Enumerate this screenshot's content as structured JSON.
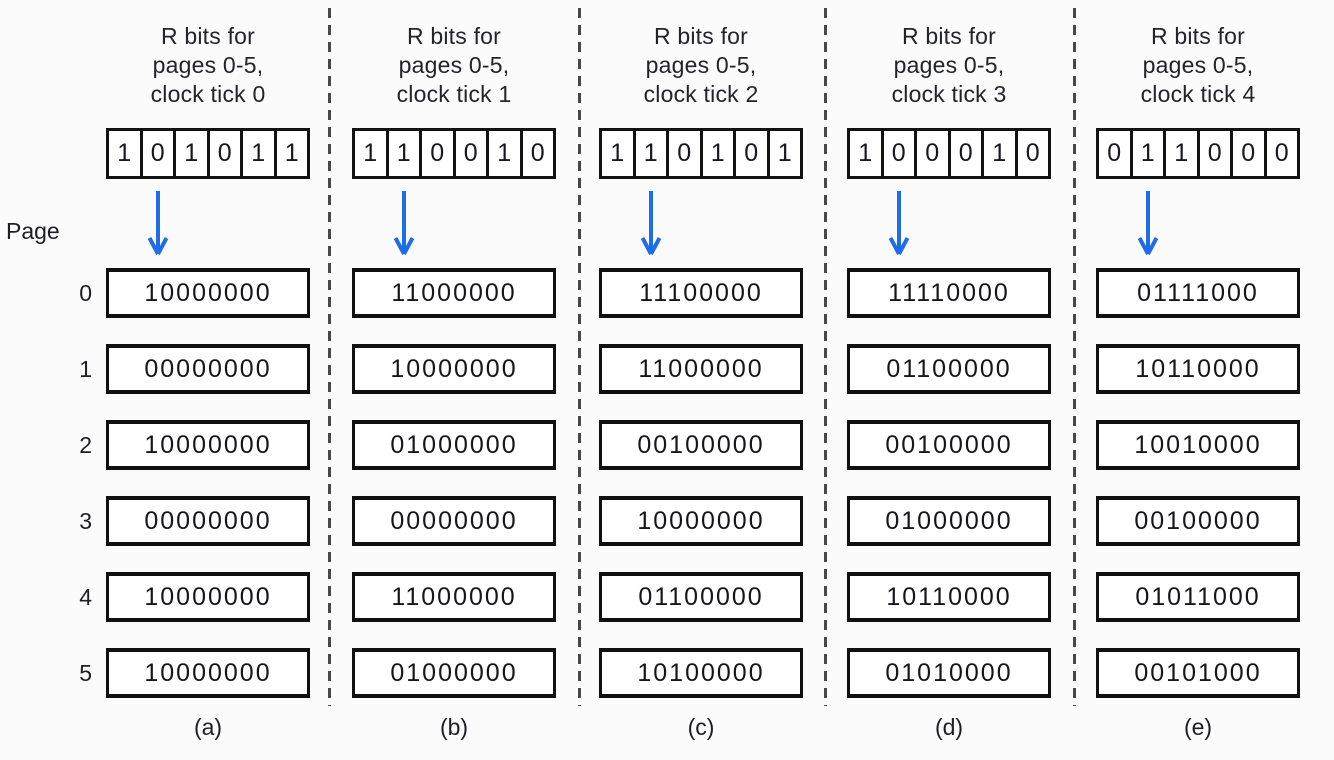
{
  "figure": {
    "page_axis_label": "Page",
    "page_numbers": [
      "0",
      "1",
      "2",
      "3",
      "4",
      "5"
    ],
    "colors": {
      "arrow": "#1e6ce8",
      "box_border": "#101010",
      "separator": "#474747",
      "background": "#fbfbfb"
    },
    "columns": [
      {
        "label": "(a)",
        "header": [
          "R bits for",
          "pages 0-5,",
          "clock tick 0"
        ],
        "r_bits": [
          "1",
          "0",
          "1",
          "0",
          "1",
          "1"
        ],
        "counters": [
          "10000000",
          "00000000",
          "10000000",
          "00000000",
          "10000000",
          "10000000"
        ]
      },
      {
        "label": "(b)",
        "header": [
          "R bits for",
          "pages 0-5,",
          "clock tick 1"
        ],
        "r_bits": [
          "1",
          "1",
          "0",
          "0",
          "1",
          "0"
        ],
        "counters": [
          "11000000",
          "10000000",
          "01000000",
          "00000000",
          "11000000",
          "01000000"
        ]
      },
      {
        "label": "(c)",
        "header": [
          "R bits for",
          "pages 0-5,",
          "clock tick 2"
        ],
        "r_bits": [
          "1",
          "1",
          "0",
          "1",
          "0",
          "1"
        ],
        "counters": [
          "11100000",
          "11000000",
          "00100000",
          "10000000",
          "01100000",
          "10100000"
        ]
      },
      {
        "label": "(d)",
        "header": [
          "R bits for",
          "pages 0-5,",
          "clock tick 3"
        ],
        "r_bits": [
          "1",
          "0",
          "0",
          "0",
          "1",
          "0"
        ],
        "counters": [
          "11110000",
          "01100000",
          "00100000",
          "01000000",
          "10110000",
          "01010000"
        ]
      },
      {
        "label": "(e)",
        "header": [
          "R bits for",
          "pages 0-5,",
          "clock tick 4"
        ],
        "r_bits": [
          "0",
          "1",
          "1",
          "0",
          "0",
          "0"
        ],
        "counters": [
          "01111000",
          "10110000",
          "10010000",
          "00100000",
          "01011000",
          "00101000"
        ]
      }
    ]
  }
}
